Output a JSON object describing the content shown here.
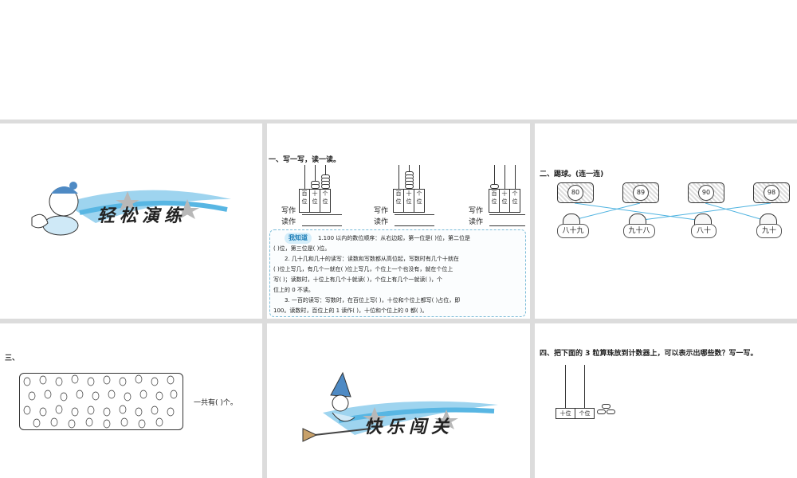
{
  "slide1": {
    "banner": "轻松演练"
  },
  "slide2": {
    "title": "一、写一写，读一读。",
    "abacus_label_hundreds": "百位",
    "abacus_label_tens": "十位",
    "abacus_label_ones": "个位",
    "write_label": "写作",
    "read_label": "读作",
    "know_tag": "我知道",
    "know_lines": [
      "1.100 以内的数位顺序：从右边起，第一位是(      )位，第二位是",
      "(      )位，第三位是(      )位。",
      "2. 几十几和几十的读写：读数和写数都从高位起，写数时有几个十就在",
      "(      )位上写几，有几个一就在(      )位上写几，个位上一个也没有，就在个位上",
      "写(   )；读数时，十位上有几个十就读(        )，个位上有几个一就读(     )，个",
      "位上的 0 不读。",
      "3. 一百的读写：写数时，在百位上写(      )，十位和个位上都写(      )占位，即",
      "100。读数时，百位上的 1 读作(        )，十位和个位上的 0 都(        )。"
    ]
  },
  "slide3": {
    "title": "二、踢球。(连一连)",
    "goals": [
      "80",
      "89",
      "90",
      "98"
    ],
    "names": [
      "八十九",
      "九十八",
      "八十",
      "九十"
    ]
  },
  "slide4": {
    "label": "三、",
    "count_text": "一共有(     )个。"
  },
  "slide5": {
    "banner": "快乐闯关"
  },
  "slide6": {
    "title": "四、把下面的 3 粒算珠放到计数器上，可以表示出哪些数？写一写。",
    "tens": "十位",
    "ones": "个位"
  }
}
